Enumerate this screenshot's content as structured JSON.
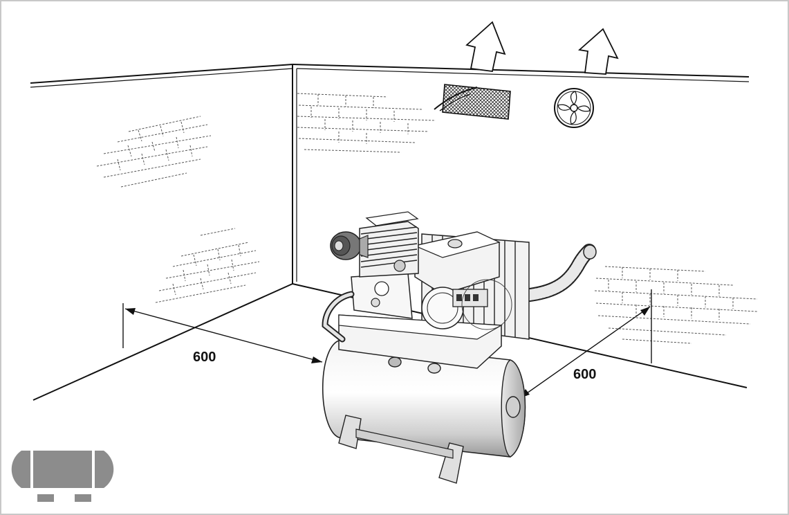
{
  "diagram": {
    "dimensions": [
      {
        "id": "left-clearance",
        "label": "600"
      },
      {
        "id": "right-clearance",
        "label": "600"
      }
    ],
    "icons": {
      "corner_symbol": "horizontal-air-tank-icon",
      "vent": "ventilation-grille-icon",
      "fan": "exhaust-fan-icon",
      "airflow": "airflow-arrow-icon"
    },
    "colors": {
      "line": "#111111",
      "frame": "#c8c8c8",
      "symbol_gray": "#8c8c8c"
    }
  }
}
